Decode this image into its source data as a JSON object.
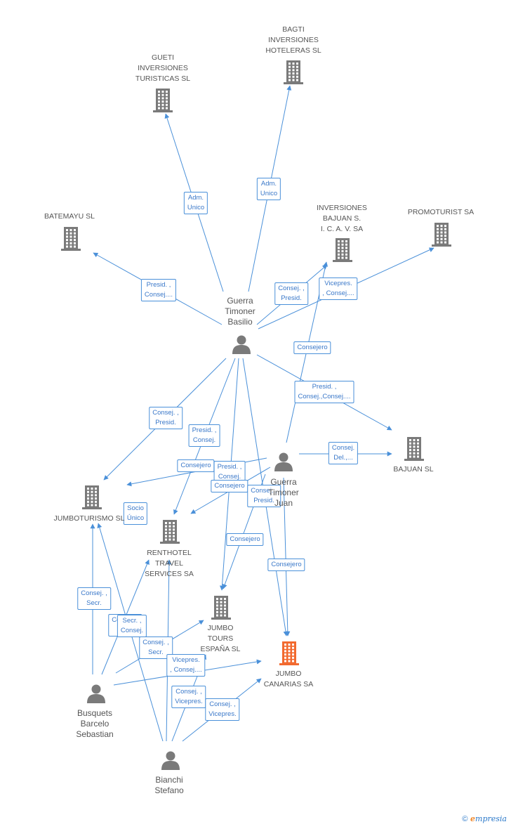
{
  "colors": {
    "company": "#7a7a7a",
    "focus": "#f26a2f",
    "person": "#7a7a7a",
    "edge": "#4a90d9"
  },
  "nodes": [
    {
      "id": "bagti",
      "type": "company",
      "label": "BAGTI\nINVERSIONES\nHOTELERAS SL"
    },
    {
      "id": "gueti",
      "type": "company",
      "label": "GUETI\nINVERSIONES\nTURISTICAS SL"
    },
    {
      "id": "batemayu",
      "type": "company",
      "label": "BATEMAYU SL"
    },
    {
      "id": "invbajuan",
      "type": "company",
      "label": "INVERSIONES\nBAJUAN S.\nI. C. A. V. SA"
    },
    {
      "id": "promoturist",
      "type": "company",
      "label": "PROMOTURIST SA"
    },
    {
      "id": "bajuan",
      "type": "company",
      "label": "BAJUAN SL"
    },
    {
      "id": "jumboturismo",
      "type": "company",
      "label": "JUMBOTURISMO SL"
    },
    {
      "id": "renthotel",
      "type": "company",
      "label": "RENTHOTEL\nTRAVEL\nSERVICES SA"
    },
    {
      "id": "jumbotours",
      "type": "company",
      "label": "JUMBO\nTOURS\nESPAÑA SL"
    },
    {
      "id": "jumbocanarias",
      "type": "focus",
      "label": "JUMBO\nCANARIAS SA"
    },
    {
      "id": "guerra1",
      "type": "person",
      "label": "Guerra\nTimoner\nBasilio"
    },
    {
      "id": "guerra2",
      "type": "person",
      "label": "Guerra\nTimoner\nJuan"
    },
    {
      "id": "busquets",
      "type": "person",
      "label": "Busquets\nBarcelo\nSebastian"
    },
    {
      "id": "bianchi",
      "type": "person",
      "label": "Bianchi\nStefano"
    }
  ],
  "edges": [
    {
      "from": "guerra1",
      "to": "gueti",
      "label": "Adm.\nUnico"
    },
    {
      "from": "guerra1",
      "to": "bagti",
      "label": "Adm.\nUnico"
    },
    {
      "from": "guerra1",
      "to": "batemayu",
      "label": "Presid. ,\nConsej...."
    },
    {
      "from": "guerra1",
      "to": "invbajuan",
      "label": "Consej. ,\nPresid."
    },
    {
      "from": "guerra1",
      "to": "promoturist",
      "label": "Vicepres.\n, Consej...."
    },
    {
      "from": "guerra1",
      "to": "bajuan",
      "label": "Presid. ,\nConsej.,Consej...."
    },
    {
      "from": "guerra1",
      "to": "jumboturismo",
      "label": "Consej. ,\nPresid."
    },
    {
      "from": "guerra1",
      "to": "renthotel",
      "label": "Presid. ,\nConsej."
    },
    {
      "from": "guerra1",
      "to": "jumbotours",
      "label": "Presid. ,\nConsej."
    },
    {
      "from": "guerra1",
      "to": "jumbocanarias",
      "label": "Consejero"
    },
    {
      "from": "guerra2",
      "to": "invbajuan",
      "label": "Consejero"
    },
    {
      "from": "guerra2",
      "to": "bajuan",
      "label": "Consej.\nDel.,..."
    },
    {
      "from": "guerra2",
      "to": "jumboturismo",
      "label": "Consejero"
    },
    {
      "from": "guerra2",
      "to": "renthotel",
      "label": "Consejero"
    },
    {
      "from": "guerra2",
      "to": "jumbotours",
      "label": "Consejero"
    },
    {
      "from": "guerra2",
      "to": "jumbocanarias",
      "label": "Consej. ,\nPresid."
    },
    {
      "from": "busquets",
      "to": "jumboturismo",
      "label": "Consej. ,\nSecr."
    },
    {
      "from": "busquets",
      "to": "renthotel",
      "label": "Socio\nÚnico"
    },
    {
      "from": "busquets",
      "to": "jumbotours",
      "label": "Consej. ,\nSecr."
    },
    {
      "from": "busquets",
      "to": "jumbocanarias",
      "label": "Consej. ,\nSecr."
    },
    {
      "from": "bianchi",
      "to": "jumboturismo",
      "label": "Secr. ,\nConsej."
    },
    {
      "from": "bianchi",
      "to": "renthotel",
      "label": "Vicepres.\n, Consej...."
    },
    {
      "from": "bianchi",
      "to": "jumbotours",
      "label": "Consej. ,\nVicepres."
    },
    {
      "from": "bianchi",
      "to": "jumbocanarias",
      "label": "Consej. ,\nVicepres."
    }
  ],
  "footer": {
    "copyright": "©",
    "brand_initial": "e",
    "brand_rest": "mpresia"
  }
}
